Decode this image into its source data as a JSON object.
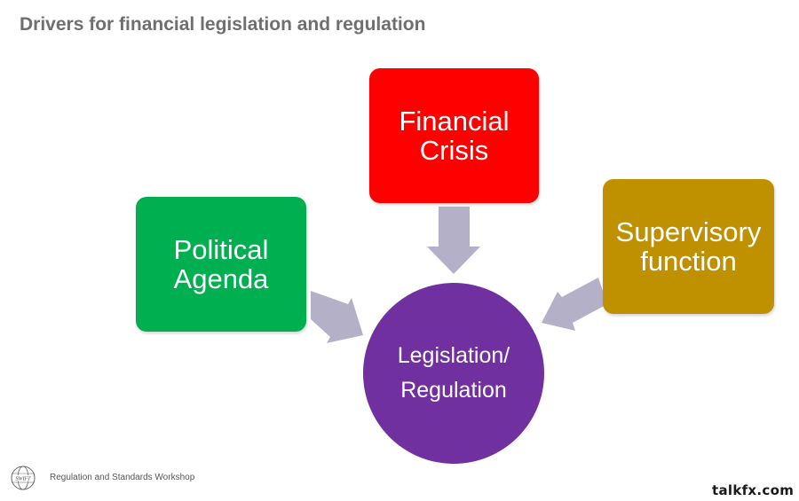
{
  "title": "Drivers for financial legislation and regulation",
  "nodes": {
    "financial_crisis": {
      "label": "Financial\nCrisis",
      "color": "#ff0000"
    },
    "political_agenda": {
      "label": "Political\nAgenda",
      "color": "#00b050"
    },
    "supervisory_function": {
      "label": "Supervisory\nfunction",
      "color": "#bf9000"
    },
    "legislation_regulation": {
      "label": "Legislation/\nRegulation",
      "color": "#7030a0"
    }
  },
  "edges": [
    {
      "from": "financial_crisis",
      "to": "legislation_regulation"
    },
    {
      "from": "political_agenda",
      "to": "legislation_regulation"
    },
    {
      "from": "supervisory_function",
      "to": "legislation_regulation"
    }
  ],
  "arrow_color": "#b3b0c8",
  "footer": {
    "logo": "SWIFT",
    "text": "Regulation and Standards Workshop"
  },
  "watermark": "talkfx.com"
}
